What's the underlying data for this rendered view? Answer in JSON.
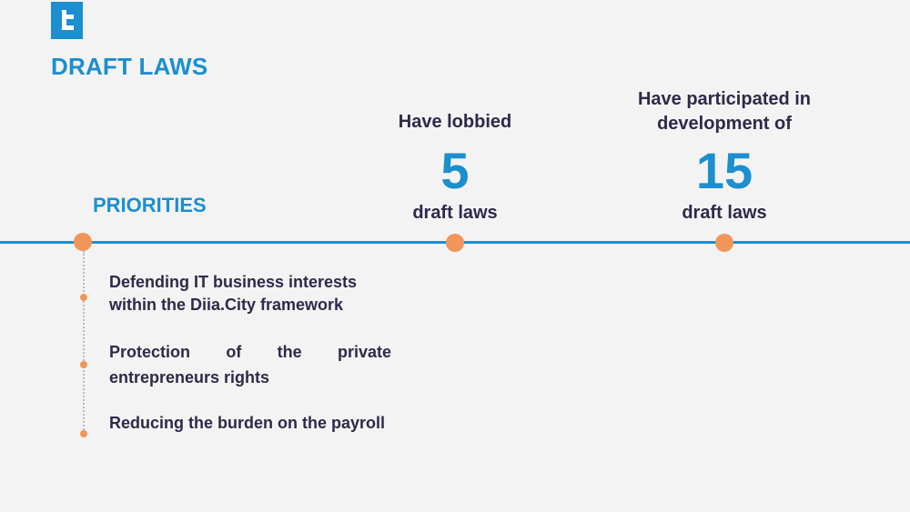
{
  "logo": {
    "icon": "t-logo-icon",
    "color": "#1b8fcf"
  },
  "title": "DRAFT LAWS",
  "stats": [
    {
      "heading": "Have lobbied",
      "number": "5",
      "caption": "draft laws"
    },
    {
      "heading": "Have participated in development of",
      "number": "15",
      "caption": "draft laws"
    }
  ],
  "priorities": {
    "title": "PRIORITIES",
    "items": [
      "Defending IT business interests within the Diia.City framework",
      "Protection of the private entrepreneurs rights",
      "Reducing the burden on the payroll"
    ]
  },
  "colors": {
    "accent": "#1b8fcf",
    "marker": "#f0965a",
    "text": "#2d2a4a",
    "background": "#f3f3f3"
  }
}
